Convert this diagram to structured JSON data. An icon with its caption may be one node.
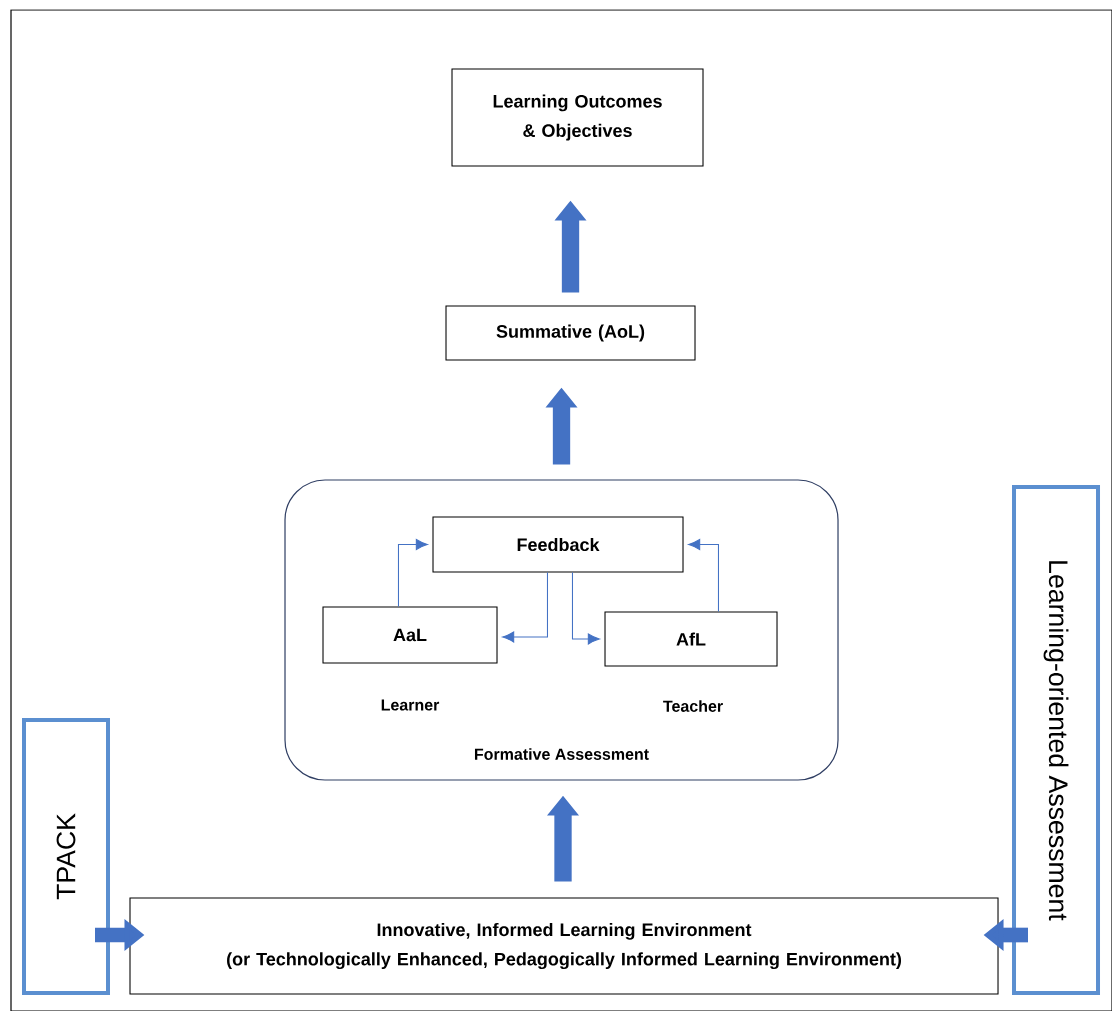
{
  "diagram": {
    "nodes": [
      {
        "text": [
          "Learning Outcomes & Objectives"
        ]
      },
      {
        "text": [
          "Summative (AoL)"
        ]
      },
      {
        "text": [
          "Formative Assessment"
        ]
      },
      {
        "text": [
          "Feedback"
        ],
        "in": 2
      },
      {
        "text": [
          "AaL"
        ],
        "in": 2,
        "beside": [
          "Learner"
        ]
      },
      {
        "text": [
          "AfL"
        ],
        "in": 2,
        "beside": [
          "Teacher"
        ]
      },
      {
        "text": [
          "Innovative, Informed Learning Environment",
          "(or Technologically Enhanced, Pedagogically Informed Learning Environment)"
        ]
      },
      {
        "text": [
          "TPACK"
        ]
      },
      {
        "text": [
          "Learning-oriented Assessment"
        ]
      }
    ],
    "edges": [
      {
        "from": 1,
        "to": 0,
        "arrow": "to"
      },
      {
        "from": 2,
        "to": 1,
        "arrow": "to"
      },
      {
        "from": 6,
        "to": 2,
        "arrow": "to"
      },
      {
        "from": 4,
        "to": 3,
        "arrow": "to"
      },
      {
        "from": 3,
        "to": 4,
        "arrow": "to"
      },
      {
        "from": 3,
        "to": 5,
        "arrow": "to"
      },
      {
        "from": 5,
        "to": 3,
        "arrow": "to"
      },
      {
        "from": 7,
        "to": 6,
        "arrow": "to"
      },
      {
        "from": 8,
        "to": 6,
        "arrow": "to"
      }
    ]
  }
}
